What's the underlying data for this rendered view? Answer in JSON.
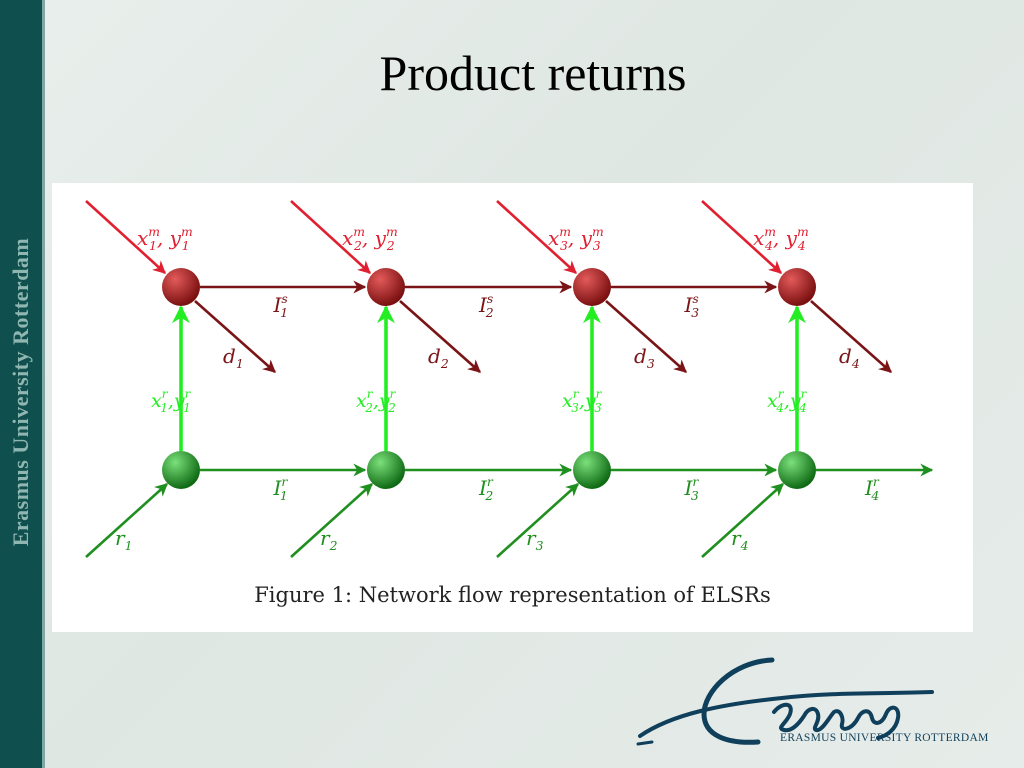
{
  "slide": {
    "title": "Product returns",
    "sidebar_text": "Erasmus University Rotterdam",
    "caption": "Figure 1: Network flow representation of ELSRs",
    "logo_text": "ERASMUS UNIVERSITY ROTTERDAM",
    "logo_icon": "erasmus-signature-icon"
  },
  "diagram": {
    "colors": {
      "manufacturing": "#e02030",
      "serviceable": "#7a1416",
      "remanufacture": "#22ee22",
      "returns": "#1f8f1f"
    },
    "periods": [
      {
        "t": "1",
        "manufacturing_label": "x",
        "manufacturing_label2": "y",
        "demand": "d",
        "remanufacture_label": "x",
        "remanufacture_label2": "y",
        "return_label": "r"
      },
      {
        "t": "2",
        "manufacturing_label": "x",
        "manufacturing_label2": "y",
        "demand": "d",
        "remanufacture_label": "x",
        "remanufacture_label2": "y",
        "return_label": "r"
      },
      {
        "t": "3",
        "manufacturing_label": "x",
        "manufacturing_label2": "y",
        "demand": "d",
        "remanufacture_label": "x",
        "remanufacture_label2": "y",
        "return_label": "r"
      },
      {
        "t": "4",
        "manufacturing_label": "x",
        "manufacturing_label2": "y",
        "demand": "d",
        "remanufacture_label": "x",
        "remanufacture_label2": "y",
        "return_label": "r"
      }
    ],
    "serviceable_inventory": [
      {
        "sym": "I",
        "sub": "1",
        "sup": "s"
      },
      {
        "sym": "I",
        "sub": "2",
        "sup": "s"
      },
      {
        "sym": "I",
        "sub": "3",
        "sup": "s"
      }
    ],
    "returns_inventory": [
      {
        "sym": "I",
        "sub": "1",
        "sup": "r"
      },
      {
        "sym": "I",
        "sub": "2",
        "sup": "r"
      },
      {
        "sym": "I",
        "sub": "3",
        "sup": "r"
      },
      {
        "sym": "I",
        "sub": "4",
        "sup": "r"
      }
    ],
    "sup_m": "m",
    "sup_r": "r",
    "comma": ","
  }
}
